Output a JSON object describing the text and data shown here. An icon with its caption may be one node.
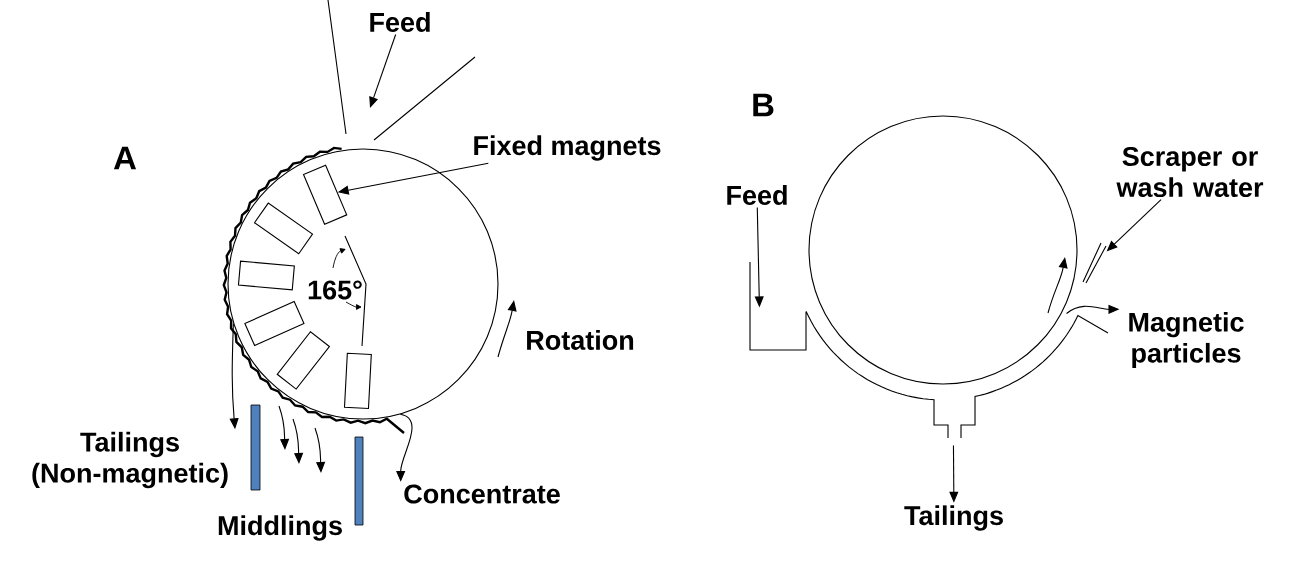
{
  "diagram": {
    "nodes": [
      {
        "text": [
          "Feed"
        ]
      },
      {
        "text": [
          "Fixed magnets"
        ]
      },
      {
        "text": [],
        "shape": "box",
        "in": 9
      },
      {
        "text": [
          "Tailings (Non-magnetic)"
        ]
      },
      {
        "text": [
          "Concentrate"
        ]
      },
      {
        "text": [
          "Feed"
        ]
      },
      {
        "text": [
          "Scraper or wash water"
        ]
      },
      {
        "text": [
          "Magnetic particles"
        ]
      },
      {
        "text": [
          "Tailings"
        ]
      },
      {
        "text": [],
        "shape": "circle"
      },
      {
        "text": [],
        "shape": "picture"
      },
      {
        "text": [],
        "shape": "picture"
      }
    ],
    "edges": [
      {
        "from": 0,
        "to": null,
        "arrow": "to"
      },
      {
        "from": 1,
        "to": 2,
        "arrow": "to"
      },
      {
        "from": 9,
        "to": 3,
        "arrow": "to"
      },
      {
        "from": 9,
        "to": 4,
        "arrow": "to"
      },
      {
        "from": 5,
        "to": 10,
        "arrow": "to"
      },
      {
        "from": 6,
        "to": 11,
        "arrow": "to"
      },
      {
        "from": 10,
        "to": 7,
        "arrow": "to"
      },
      {
        "from": 10,
        "to": 8,
        "arrow": "to"
      }
    ],
    "labels": [
      "A",
      "165°",
      "Rotation",
      "Middlings",
      "B"
    ]
  }
}
